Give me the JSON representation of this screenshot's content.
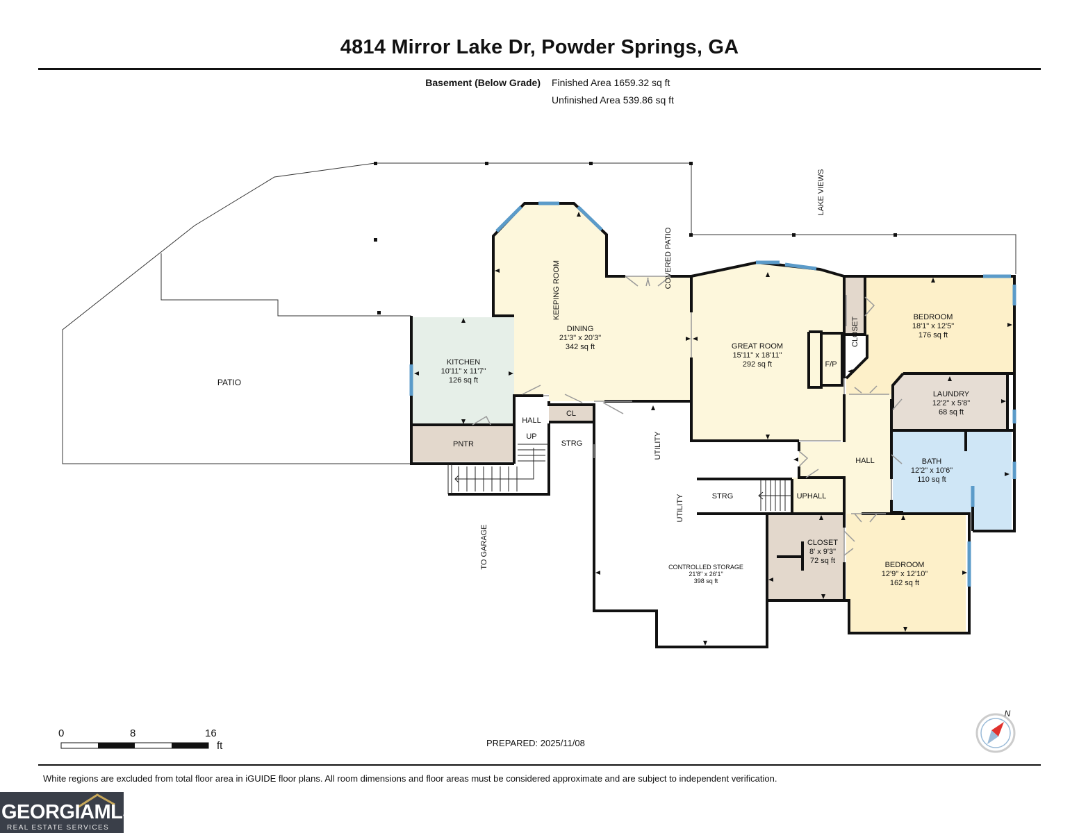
{
  "header": {
    "address": "4814 Mirror Lake Dr, Powder Springs, GA",
    "level_label": "Basement (Below Grade)",
    "finished_area": "Finished Area 1659.32 sq ft",
    "unfinished_area": "Unfinished Area 539.86 sq ft"
  },
  "rooms": {
    "patio": "PATIO",
    "kitchen": {
      "name": "KITCHEN",
      "dims": "10'11\" x 11'7\"",
      "area": "126 sq ft"
    },
    "keeping_room": "KEEPING ROOM",
    "dining": {
      "name": "DINING",
      "dims": "21'3\" x 20'3\"",
      "area": "342 sq ft"
    },
    "covered_patio": "COVERED PATIO",
    "lake_views": "LAKE VIEWS",
    "great_room": {
      "name": "GREAT ROOM",
      "dims": "15'11\" x 18'11\"",
      "area": "292 sq ft"
    },
    "fireplace": "F/P",
    "closet_vertical": "CLOSET",
    "bedroom_1": {
      "name": "BEDROOM",
      "dims": "18'1\" x 12'5\"",
      "area": "176 sq ft"
    },
    "laundry": {
      "name": "LAUNDRY",
      "dims": "12'2\" x 5'8\"",
      "area": "68 sq ft"
    },
    "hall_right": "HALL",
    "bath": {
      "name": "BATH",
      "dims": "12'2\" x 10'6\"",
      "area": "110 sq ft"
    },
    "pantry": "PNTR",
    "hall_left": "HALL",
    "up": "UP",
    "cl": "CL",
    "strg_left": "STRG",
    "utility_1": "UTILITY",
    "utility_2": "UTILITY",
    "strg_mid": "STRG",
    "uphall": "UPHALL",
    "closet_2": {
      "name": "CLOSET",
      "dims": "8' x 9'3\"",
      "area": "72 sq ft"
    },
    "bedroom_2": {
      "name": "BEDROOM",
      "dims": "12'9\" x 12'10\"",
      "area": "162 sq ft"
    },
    "controlled_storage": {
      "name": "CONTROLLED STORAGE",
      "dims": "21'8\" x 26'1\"",
      "area": "398 sq ft"
    },
    "to_garage": "TO GARAGE"
  },
  "scale": {
    "zero": "0",
    "eight": "8",
    "sixteen": "16",
    "unit": "ft"
  },
  "compass": {
    "north": "N"
  },
  "prepared": "PREPARED: 2025/11/08",
  "disclaimer": "White regions are excluded from total floor area in iGUIDE floor plans. All room dimensions and floor areas must be considered approximate and are subject to independent verification.",
  "logo": {
    "word": "GEORGIAMLS",
    "sub": "REAL ESTATE SERVICES"
  },
  "colors": {
    "kitchen": "#e6efe8",
    "dining": "#fdf7dc",
    "bedroom": "#fdf0c9",
    "laundry": "#e6ddd4",
    "bath": "#cfe6f6",
    "pantry": "#e3d8cc",
    "closet": "#e3d8cc",
    "window": "#5b9bc9",
    "wall": "#111111"
  }
}
